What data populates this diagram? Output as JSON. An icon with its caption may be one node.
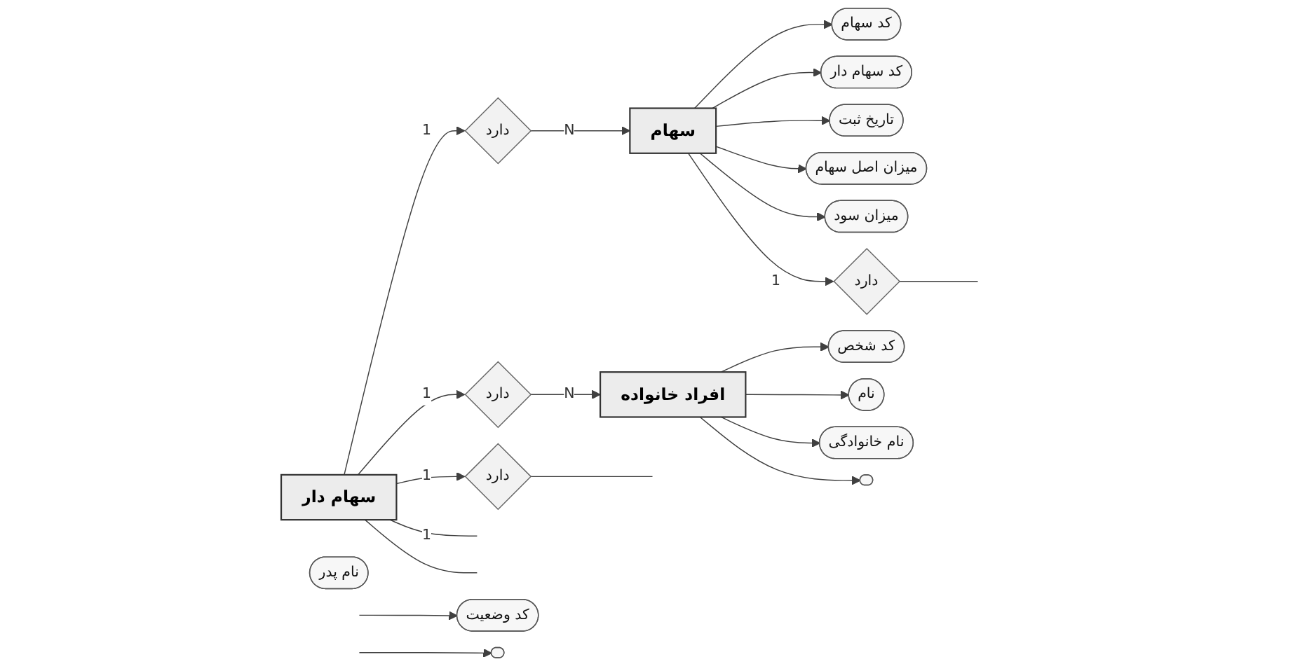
{
  "diagram": {
    "nodes": [
      {
        "text": [
          "سهام دار"
        ]
      },
      {
        "text": [
          "دارد"
        ]
      },
      {
        "text": [
          "سهام"
        ]
      },
      {
        "text": [
          "کد سهام"
        ]
      },
      {
        "text": [
          "کد سهام دار"
        ]
      },
      {
        "text": [
          "تاریخ ثبت"
        ]
      },
      {
        "text": [
          "میزان اصل سهام"
        ]
      },
      {
        "text": [
          "میزان سود"
        ]
      },
      {
        "text": [
          "دارد"
        ]
      },
      {
        "text": [
          "افراد خانواده"
        ]
      },
      {
        "text": [
          "کد شخص"
        ]
      },
      {
        "text": [
          "نام"
        ]
      },
      {
        "text": [
          "نام خانوادگی"
        ]
      },
      {
        "text": [
          "نام پدر"
        ]
      },
      {
        "text": [],
        "shape": "pill"
      },
      {
        "text": [
          "دارد"
        ]
      },
      {
        "text": [
          "دارد"
        ]
      },
      {
        "text": [
          "کد وضعیت"
        ]
      },
      {
        "text": [],
        "shape": "pill"
      }
    ],
    "edges": [
      {
        "from": 0,
        "to": 1,
        "arrow": "to",
        "label": "1"
      },
      {
        "from": 1,
        "to": 2,
        "arrow": "to",
        "label": "N"
      },
      {
        "from": 2,
        "to": 3,
        "arrow": "to"
      },
      {
        "from": 2,
        "to": 4,
        "arrow": "to"
      },
      {
        "from": 2,
        "to": 5,
        "arrow": "to"
      },
      {
        "from": 2,
        "to": 6,
        "arrow": "to"
      },
      {
        "from": 2,
        "to": 7,
        "arrow": "to"
      },
      {
        "from": 2,
        "to": 16,
        "arrow": "to",
        "label": "1"
      },
      {
        "from": 0,
        "to": 8,
        "arrow": "to",
        "label": "1"
      },
      {
        "from": 8,
        "to": 9,
        "arrow": "to",
        "label": "N"
      },
      {
        "from": 9,
        "to": 10,
        "arrow": "to"
      },
      {
        "from": 9,
        "to": 11,
        "arrow": "to"
      },
      {
        "from": 9,
        "to": 12,
        "arrow": "to"
      },
      {
        "from": 9,
        "to": 14,
        "arrow": "to"
      },
      {
        "from": 0,
        "to": 15,
        "arrow": "to",
        "label": "1"
      },
      {
        "from": 15,
        "to": null,
        "arrow": "none"
      },
      {
        "from": 0,
        "to": null,
        "arrow": "none",
        "label": "1"
      },
      {
        "from": 0,
        "to": null,
        "arrow": "none"
      },
      {
        "from": 16,
        "to": null,
        "arrow": "none"
      },
      {
        "from": null,
        "to": 17,
        "arrow": "to"
      },
      {
        "from": null,
        "to": 18,
        "arrow": "to"
      }
    ]
  }
}
